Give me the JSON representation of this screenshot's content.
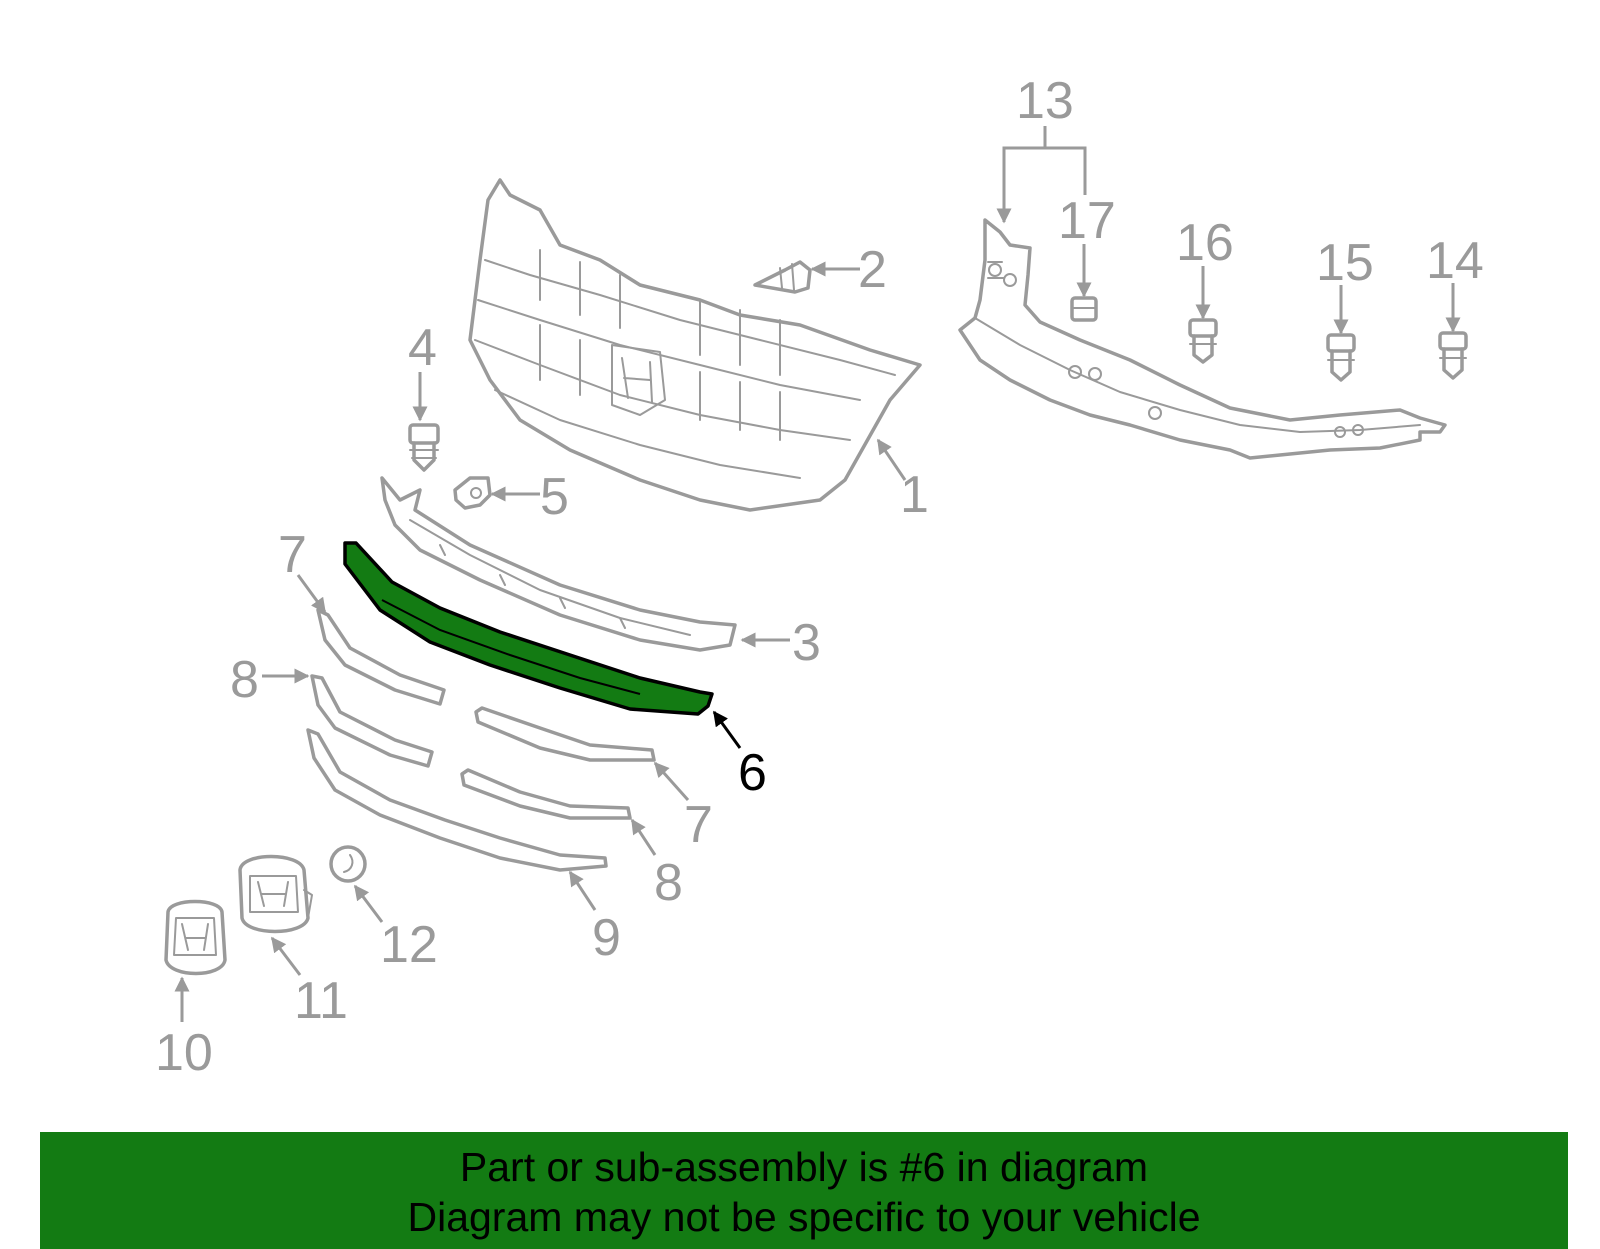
{
  "colors": {
    "part_stroke": "#9a9a9a",
    "highlight_fill": "#137b13",
    "highlight_stroke": "#000000",
    "banner_bg": "#137b13",
    "banner_text": "#000000"
  },
  "callouts": {
    "c1": "1",
    "c2": "2",
    "c3": "3",
    "c4": "4",
    "c5": "5",
    "c6": "6",
    "c7a": "7",
    "c7b": "7",
    "c8a": "8",
    "c8b": "8",
    "c9": "9",
    "c10": "10",
    "c11": "11",
    "c12": "12",
    "c13": "13",
    "c14": "14",
    "c15": "15",
    "c16": "16",
    "c17": "17"
  },
  "highlighted_part": "6",
  "banner": {
    "line1": "Part or sub-assembly is #6 in diagram",
    "line2": "Diagram may not be specific to your vehicle"
  }
}
